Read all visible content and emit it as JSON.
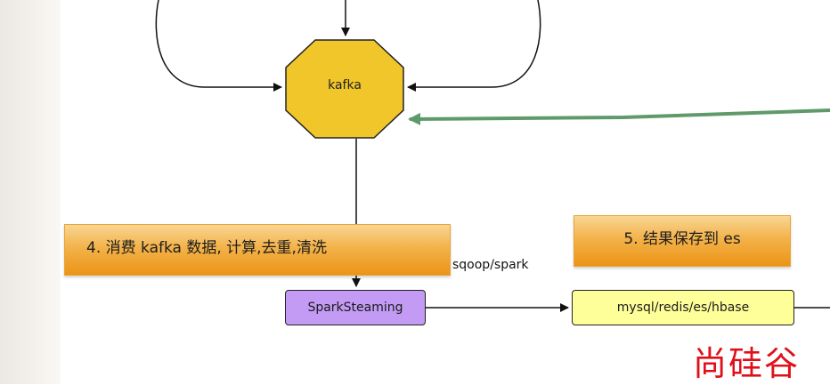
{
  "nodes": {
    "kafka": "kafka",
    "spark": "SparkSteaming",
    "sink": "mysql/redis/es/hbase"
  },
  "banners": {
    "step4": "4. 消费 kafka 数据, 计算,去重,清洗",
    "step5": "5. 结果保存到 es"
  },
  "edge_labels": {
    "spark_to_sink": "sqoop/spark"
  },
  "watermark": "尚硅谷",
  "colors": {
    "kafka_fill": "#f0c62a",
    "spark_fill": "#c39bf4",
    "sink_fill": "#ffff99",
    "banner_orange": "#ec9416",
    "green_arrow": "#5f9a6a",
    "watermark_red": "#e0101a"
  }
}
